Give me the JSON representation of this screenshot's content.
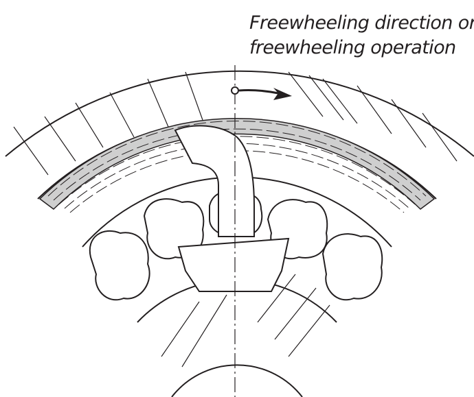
{
  "caption": {
    "line1": "Freewheeling direction or",
    "line2": "freewheeling operation"
  },
  "colors": {
    "stroke": "#231f20",
    "lubricant_fill": "#cfcfcf",
    "background": "#ffffff"
  },
  "icons": {
    "direction_arrow": "rotation-direction-arrow"
  }
}
